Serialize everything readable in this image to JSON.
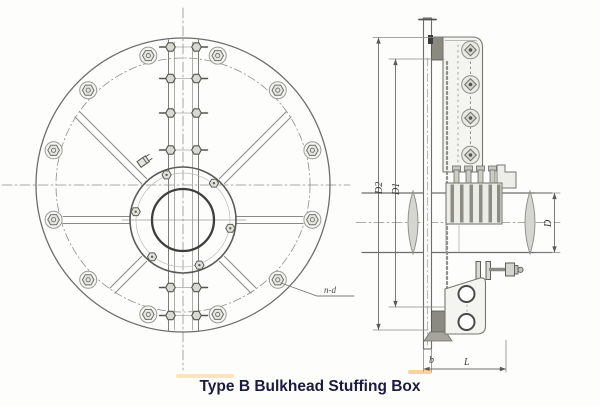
{
  "title": {
    "caption": "Type B Bulkhead Stuffing Box"
  },
  "dimensions": {
    "outer_diameter": "D2",
    "bolt_circle": "D1",
    "shaft_diameter": "D",
    "box_length": "L",
    "plate_thickness": "b",
    "bolt_note": "n-d"
  },
  "colors": {
    "line": "#757570",
    "dark_line": "#4a4a46",
    "light_fill": "#f2f2ee",
    "boss_fill": "#8a8a82",
    "lens_fill": "#d6d6d0",
    "caption_text": "#1b1b40",
    "highlight": "#f5a83c",
    "background": "#fdfdfc"
  }
}
